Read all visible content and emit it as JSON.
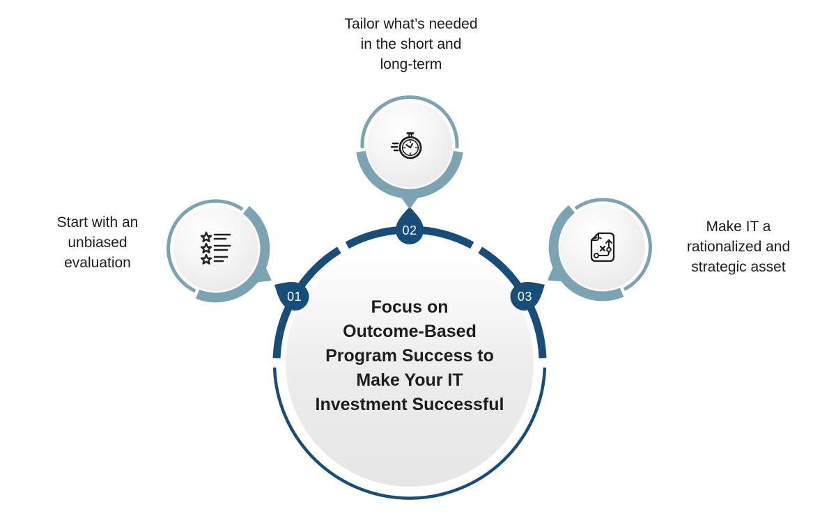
{
  "title": "Focus on\nOutcome-Based\nProgram Success to\nMake Your IT\nInvestment Successful",
  "steps": [
    {
      "number": "01",
      "label": "Start with an\nunbiased\nevaluation",
      "icon": "star-checklist-icon"
    },
    {
      "number": "02",
      "label": "Tailor what’s needed\nin the short and\nlong-term",
      "icon": "stopwatch-icon"
    },
    {
      "number": "03",
      "label": "Make IT a\nrationalized and\nstrategic asset",
      "icon": "strategy-plan-icon"
    }
  ],
  "colors": {
    "navy": "#164e79",
    "teal": "#7aa4b2",
    "text": "#1c1c1c",
    "disc_light": "#ffffff",
    "disc_gray": "#e6e6e6",
    "icon_stroke": "#1f1f1f"
  }
}
